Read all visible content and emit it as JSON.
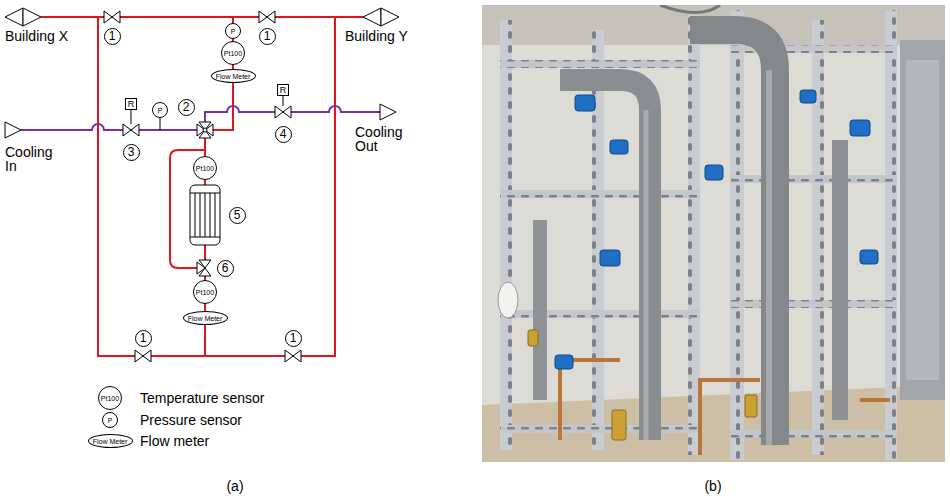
{
  "diagram": {
    "nodes": [
      {
        "text": [
          "1"
        ]
      },
      {
        "text": [
          "1"
        ]
      },
      {
        "text": [
          "P"
        ]
      },
      {
        "text": [
          "Pt100"
        ]
      },
      {
        "text": [
          "Flow Meter"
        ]
      },
      {
        "text": [
          "R"
        ]
      },
      {
        "text": [
          "P"
        ]
      },
      {
        "text": [
          "2"
        ]
      },
      {
        "text": [
          "R"
        ]
      },
      {
        "text": [
          "3"
        ]
      },
      {
        "text": [
          "4"
        ]
      },
      {
        "text": [
          "Pt100"
        ]
      },
      {
        "text": [
          "5"
        ]
      },
      {
        "text": [
          "6"
        ]
      },
      {
        "text": [
          "Pt100"
        ]
      },
      {
        "text": [
          "Flow Meter"
        ]
      },
      {
        "text": [
          "1"
        ]
      },
      {
        "text": [
          "1"
        ]
      }
    ],
    "labels": [
      "Building X",
      "Building Y",
      "Cooling In",
      "Cooling Out",
      "Pt100",
      "P",
      "Flow Meter",
      "(a)",
      "(b)"
    ],
    "legend": [
      {
        "text": "Temperature sensor"
      },
      {
        "text": "Pressure sensor"
      },
      {
        "text": "Flow meter"
      }
    ]
  }
}
